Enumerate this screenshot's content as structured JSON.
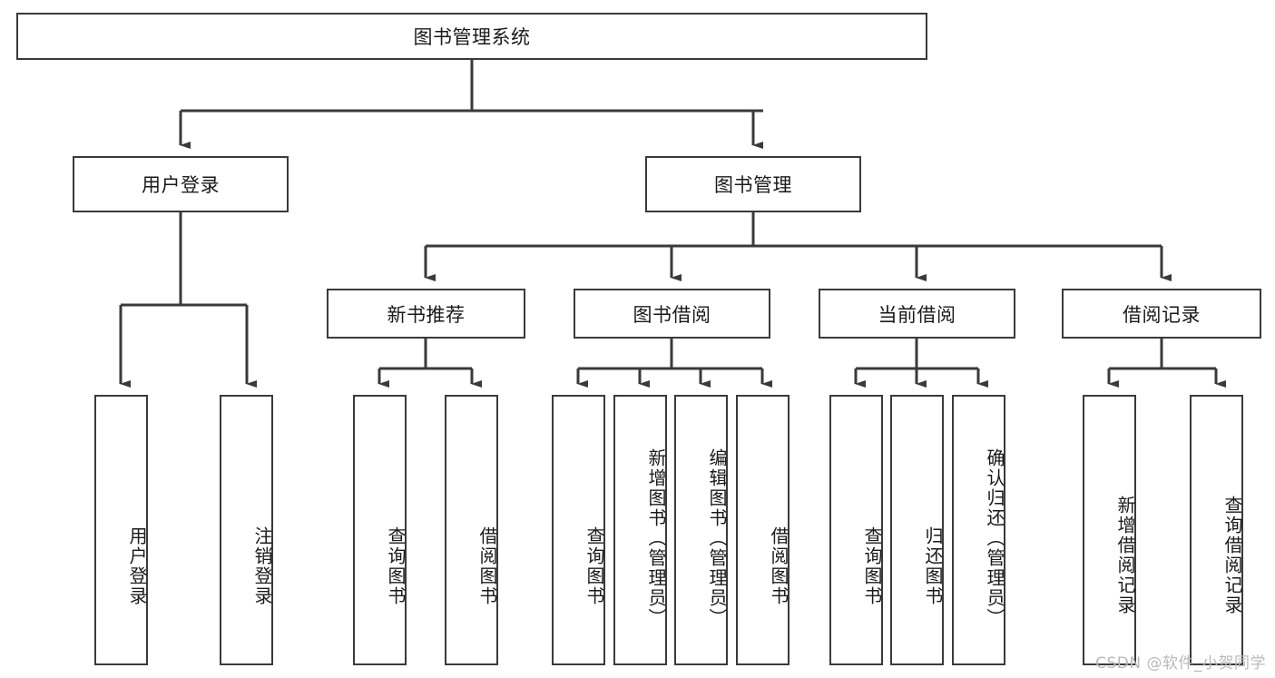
{
  "diagram": {
    "type": "tree-flowchart",
    "title": "图书管理系统",
    "root": {
      "label": "图书管理系统"
    },
    "level1": [
      {
        "label": "用户登录"
      },
      {
        "label": "图书管理"
      }
    ],
    "level2": [
      {
        "label": "新书推荐"
      },
      {
        "label": "图书借阅"
      },
      {
        "label": "当前借阅"
      },
      {
        "label": "借阅记录"
      }
    ],
    "leaves": {
      "user_login": [
        {
          "label": "用户登录"
        },
        {
          "label": "注销登录"
        }
      ],
      "new_book_recommend": [
        {
          "label": "查询图书"
        },
        {
          "label": "借阅图书"
        }
      ],
      "book_borrow": [
        {
          "label": "查询图书"
        },
        {
          "label": "新增图书（管理员）"
        },
        {
          "label": "编辑图书（管理员）"
        },
        {
          "label": "借阅图书"
        }
      ],
      "current_borrow": [
        {
          "label": "查询图书"
        },
        {
          "label": "归还图书"
        },
        {
          "label": "确认归还（管理员）"
        }
      ],
      "borrow_record": [
        {
          "label": "新增借阅记录"
        },
        {
          "label": "查询借阅记录"
        }
      ]
    }
  },
  "watermark": {
    "text": "CSDN @软件_小贺同学"
  },
  "colors": {
    "stroke": "#3a3a3a",
    "background": "#ffffff",
    "text": "#1a1a1a",
    "watermark": "#b9b9b9"
  }
}
